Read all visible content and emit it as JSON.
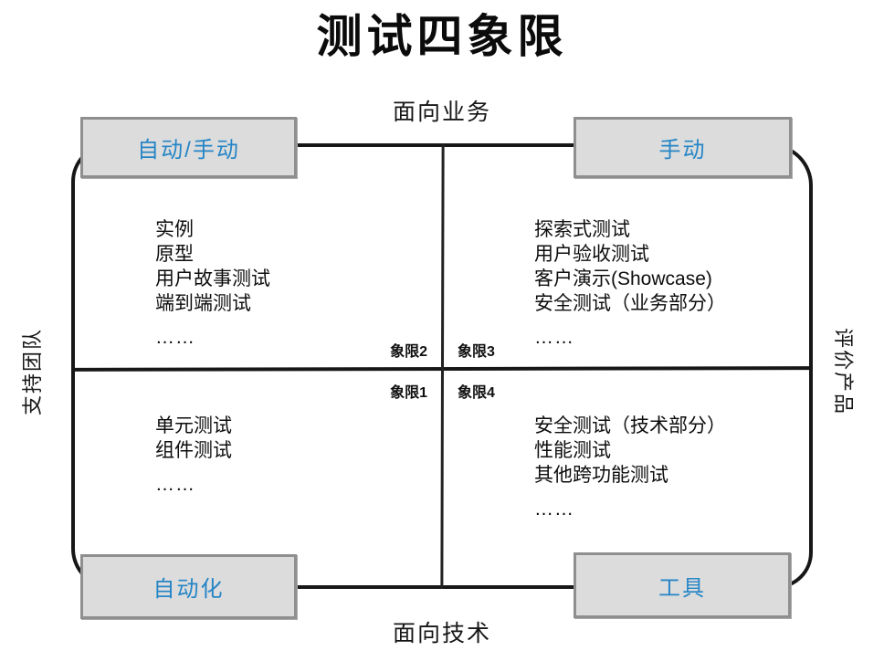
{
  "title": "测试四象限",
  "axes": {
    "top": "面向业务",
    "bottom": "面向技术",
    "left": "支持团队",
    "right": "评价产品"
  },
  "corner_boxes": {
    "top_left": "自动/手动",
    "top_right": "手动",
    "bottom_left": "自动化",
    "bottom_right": "工具"
  },
  "quadrants": {
    "q2": {
      "label": "象限2",
      "items": [
        "实例",
        "原型",
        "用户故事测试",
        "端到端测试",
        "……"
      ]
    },
    "q3": {
      "label": "象限3",
      "items": [
        "探索式测试",
        "用户验收测试",
        "客户演示(Showcase)",
        "安全测试（业务部分）",
        "……"
      ]
    },
    "q1": {
      "label": "象限1",
      "items": [
        "单元测试",
        "组件测试",
        "……"
      ]
    },
    "q4": {
      "label": "象限4",
      "items": [
        "安全测试（技术部分）",
        "性能测试",
        "其他跨功能测试",
        "……"
      ]
    }
  },
  "colors": {
    "accent_blue": "#2585c6",
    "box_fill": "#dcdcdc",
    "box_border": "#8f8f8f",
    "line": "#171717"
  }
}
